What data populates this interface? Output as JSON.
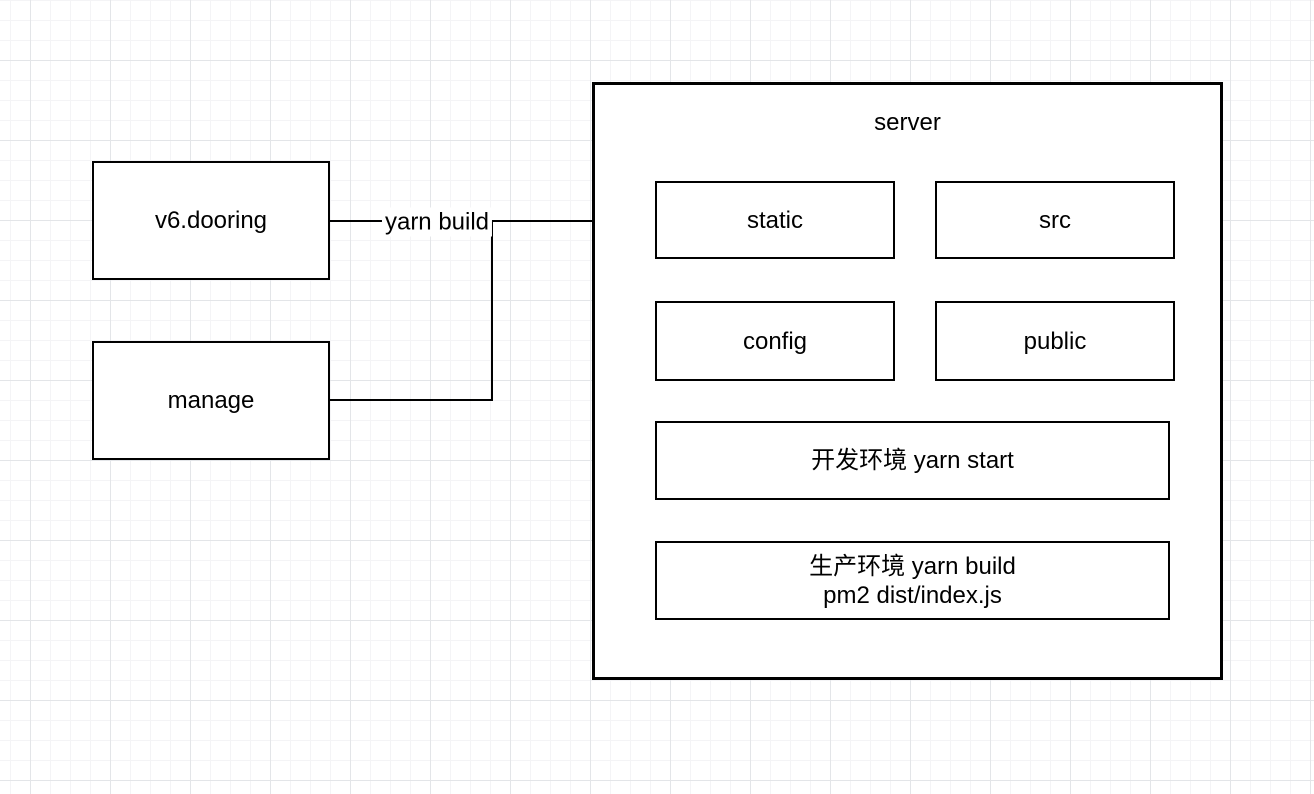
{
  "canvas": {
    "background": "#ffffff",
    "grid_minor_color": "#f4f4f6",
    "grid_major_color": "#e3e5e8",
    "stroke_color": "#000000"
  },
  "nodes": {
    "v6_dooring": {
      "label": "v6.dooring"
    },
    "manage": {
      "label": "manage"
    },
    "server": {
      "title": "server"
    },
    "static": {
      "label": "static"
    },
    "src": {
      "label": "src"
    },
    "config": {
      "label": "config"
    },
    "public": {
      "label": "public"
    },
    "dev_env": {
      "label": "开发环境 yarn start"
    },
    "prod_env": {
      "label_line1": "生产环境 yarn build",
      "label_line2": "pm2 dist/index.js"
    }
  },
  "edges": {
    "yarn_build": {
      "label": "yarn build"
    }
  }
}
